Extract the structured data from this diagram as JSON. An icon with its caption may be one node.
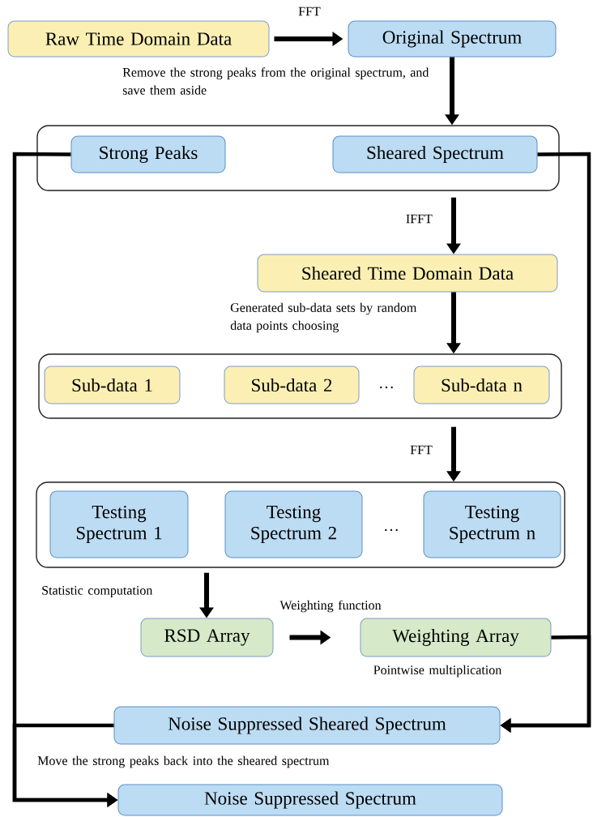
{
  "diagram": {
    "nodes": [
      {
        "text": [
          "Raw Time Domain Data"
        ]
      },
      {
        "text": [
          "Original Spectrum"
        ]
      },
      {
        "text": [],
        "shape": "box"
      },
      {
        "text": [
          "Strong Peaks"
        ],
        "in": 2
      },
      {
        "text": [
          "Sheared Spectrum"
        ],
        "in": 2
      },
      {
        "text": [
          "Sheared Time Domain Data"
        ]
      },
      {
        "text": [],
        "shape": "box"
      },
      {
        "text": [
          "Sub-data 1"
        ],
        "in": 6
      },
      {
        "text": [
          "Sub-data 2"
        ],
        "in": 6
      },
      {
        "text": [
          "Sub-data n"
        ],
        "in": 6
      },
      {
        "text": [],
        "shape": "box"
      },
      {
        "text": [
          "Testing Spectrum 1"
        ],
        "in": 10
      },
      {
        "text": [
          "Testing Spectrum 2"
        ],
        "in": 10
      },
      {
        "text": [
          "Testing Spectrum n"
        ],
        "in": 10
      },
      {
        "text": [
          "RSD Array"
        ]
      },
      {
        "text": [
          "Weighting Array"
        ]
      },
      {
        "text": [
          "Noise Suppressed Sheared Spectrum"
        ]
      },
      {
        "text": [
          "Noise Suppressed Spectrum"
        ]
      }
    ],
    "edges": [
      {
        "from": 0,
        "to": 1,
        "arrow": "to",
        "label": "FFT"
      },
      {
        "from": 1,
        "to": 2,
        "arrow": "to",
        "label": "Remove the strong peaks from the original spectrum, and save them aside"
      },
      {
        "from": 2,
        "to": 5,
        "arrow": "to",
        "label": "IFFT"
      },
      {
        "from": 5,
        "to": 6,
        "arrow": "to",
        "label": "Generated sub-data sets by random data points choosing"
      },
      {
        "from": 6,
        "to": 10,
        "arrow": "to",
        "label": "FFT"
      },
      {
        "from": 10,
        "to": 14,
        "arrow": "to",
        "label": "Statistic computation"
      },
      {
        "from": 14,
        "to": 15,
        "arrow": "to",
        "label": "Weighting function"
      },
      {
        "from": 15,
        "to": 16,
        "arrow": "to",
        "label": "Pointwise multiplication"
      },
      {
        "from": 4,
        "to": 16,
        "arrow": "to"
      },
      {
        "from": 3,
        "to": 17,
        "arrow": "to"
      },
      {
        "from": 16,
        "to": 17,
        "arrow": "to",
        "label": "Move the strong peaks back into the sheared spectrum"
      }
    ],
    "labels": [
      "…",
      "…"
    ]
  }
}
